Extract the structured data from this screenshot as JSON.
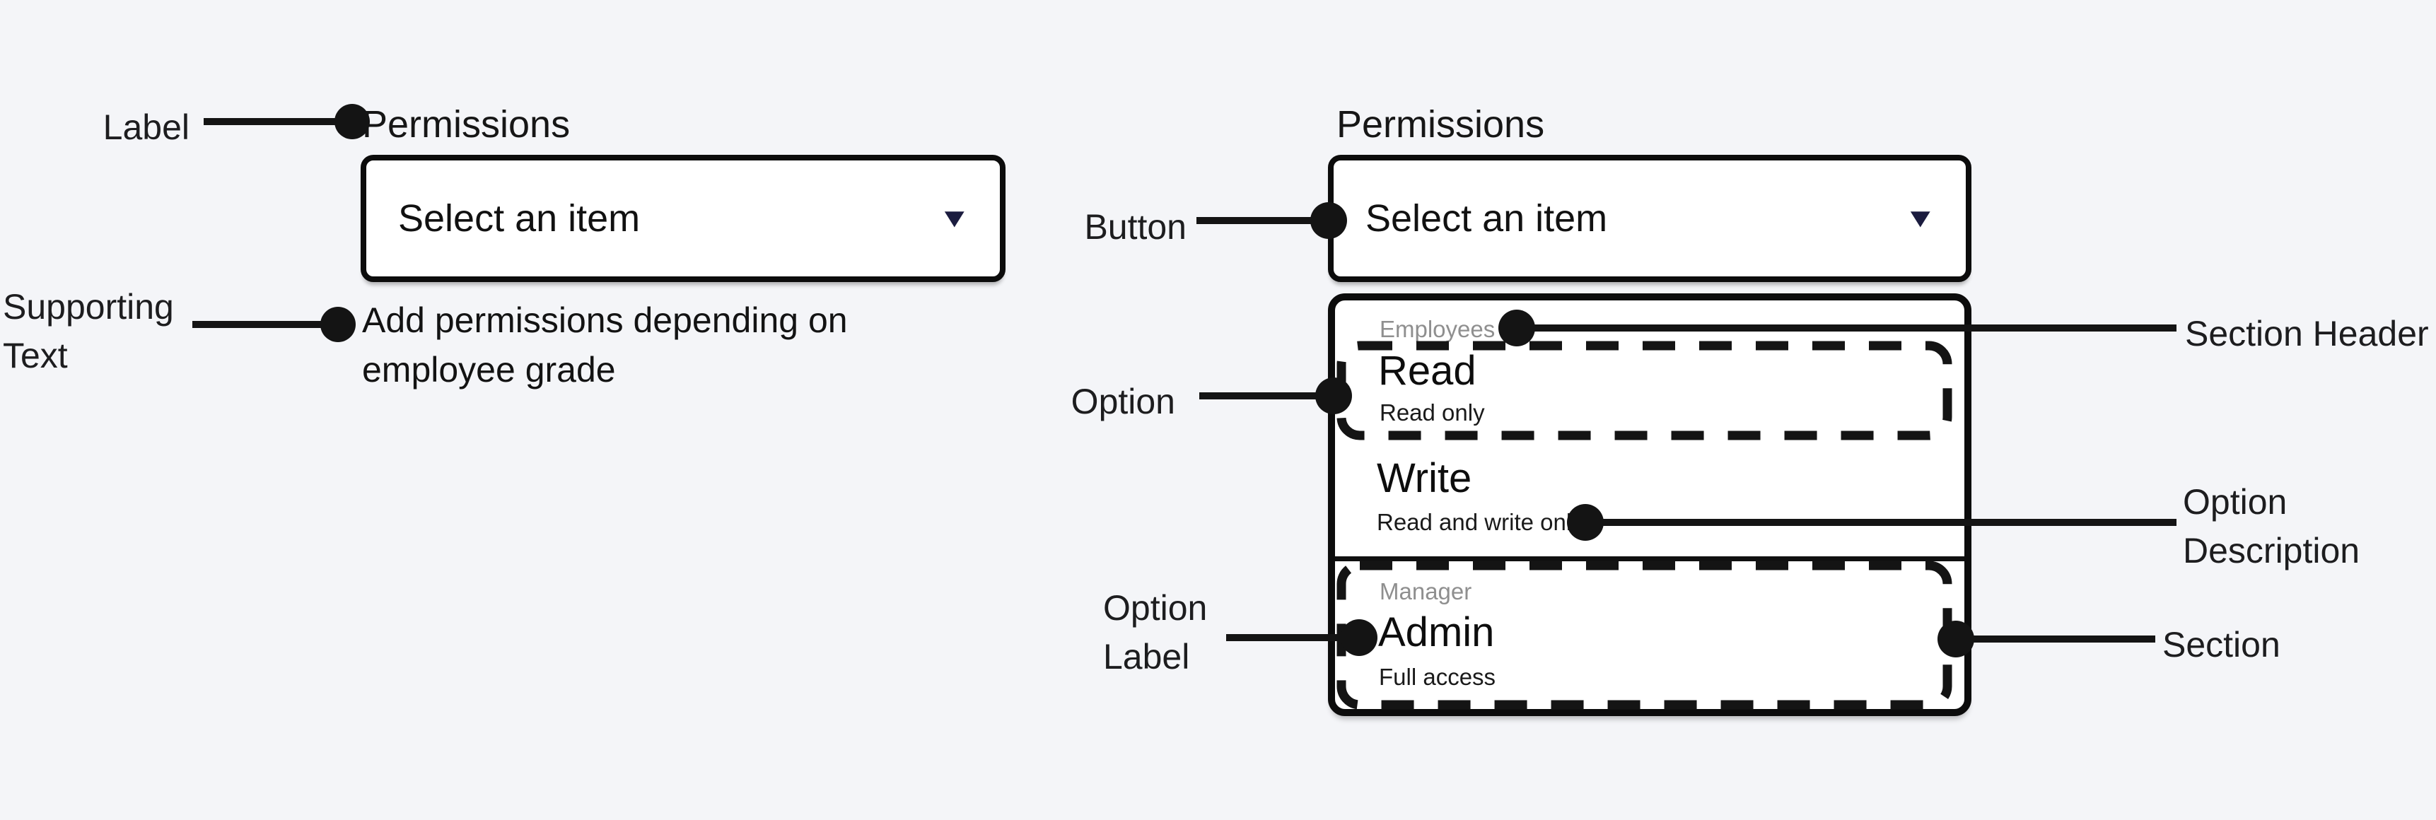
{
  "colors": {
    "background": "#f4f5f8",
    "ink": "#111111",
    "annotation": "#1d1d1f",
    "muted_header": "#8f8f8f",
    "chevron": "#1b1c3f"
  },
  "icons": {
    "chevron_down": "▼"
  },
  "left_field": {
    "label": "Permissions",
    "button_text": "Select an item",
    "supporting_text": "Add permissions depending on employee grade"
  },
  "right_field": {
    "label": "Permissions",
    "button_text": "Select an item",
    "menu": {
      "sections": [
        {
          "header": "Employees",
          "options": [
            {
              "label": "Read",
              "description": "Read only"
            },
            {
              "label": "Write",
              "description": "Read and write only"
            }
          ]
        },
        {
          "header": "Manager",
          "options": [
            {
              "label": "Admin",
              "description": "Full access"
            }
          ]
        }
      ]
    }
  },
  "annotations": {
    "label": "Label",
    "supporting_text": "Supporting Text",
    "button": "Button",
    "option": "Option",
    "section_header": "Section Header",
    "option_description": "Option Description",
    "option_label": "Option Label",
    "section": "Section"
  }
}
